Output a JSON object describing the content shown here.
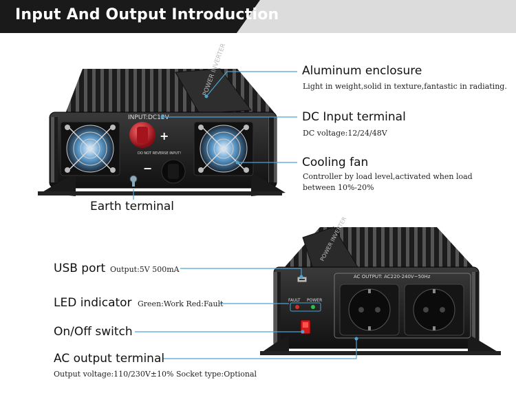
{
  "header": {
    "title": "Input And Output Introduction"
  },
  "device_top": {
    "input_label": "INPUT:DC12V",
    "plus": "+",
    "minus": "−",
    "warning": "DO NOT REVERSE INPUT!"
  },
  "device_bottom": {
    "ac_output_label": "AC OUTPUT:  AC220-240V~50Hz",
    "fault_label": "FAULT",
    "power_label": "POWER"
  },
  "callouts": {
    "aluminum": {
      "title": "Aluminum enclosure",
      "desc": "Light in weight,solid in texture,fantastic in radiating."
    },
    "dc_input": {
      "title": "DC Input terminal",
      "desc": "DC voltage:12/24/48V"
    },
    "cooling": {
      "title": "Cooling fan",
      "desc_line1": "Controller by load level,activated when load",
      "desc_line2": "between 10%-20%"
    },
    "earth": {
      "title": "Earth terminal"
    },
    "usb": {
      "title": "USB port",
      "desc": "Output:5V 500mA"
    },
    "led": {
      "title": "LED indicator",
      "desc": "Green:Work  Red:Fault"
    },
    "switch": {
      "title": "On/Off switch"
    },
    "ac_output": {
      "title": "AC output terminal",
      "desc": "Output voltage:110/230V±10%  Socket type:Optional"
    }
  },
  "colors": {
    "accent": "#4aa5d6",
    "header_dark": "#1a1a1a",
    "header_light": "#dcdcdc",
    "dc_red": "#c0202a",
    "led_green": "#2cc04a",
    "led_red": "#e02a2a"
  }
}
